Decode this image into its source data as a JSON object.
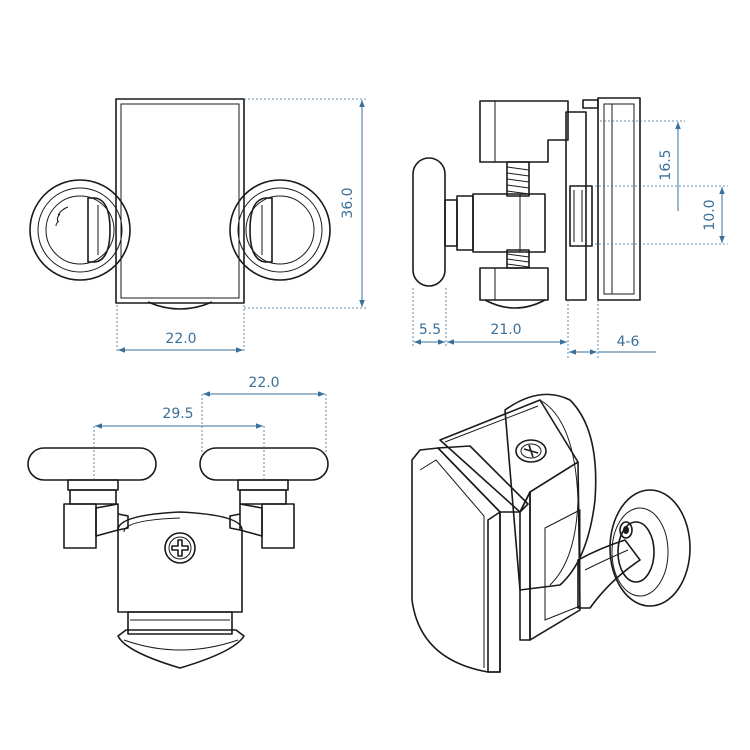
{
  "colors": {
    "dimension": "#3a6f99",
    "outline": "#1a1a1a",
    "fill": "#ffffff"
  },
  "dimensions": {
    "front_height": "36.0",
    "front_width": "22.0",
    "side_knob": "5.5",
    "side_body": "21.0",
    "side_glass": "4-6",
    "side_upper": "16.5",
    "side_lower": "10.0",
    "top_outer": "22.0",
    "top_inner": "29.5"
  }
}
